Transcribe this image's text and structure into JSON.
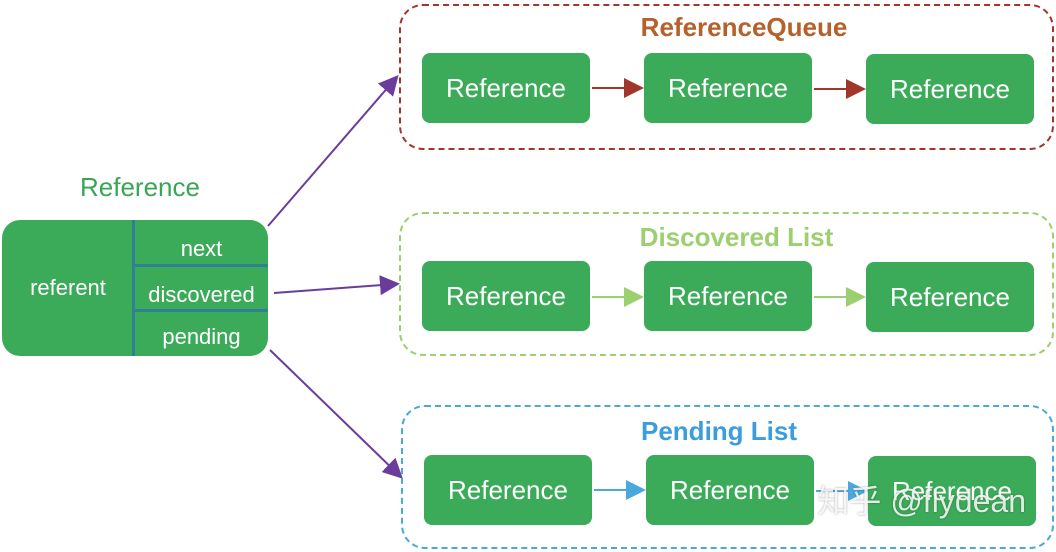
{
  "object": {
    "title": "Reference",
    "referent": "referent",
    "fields": [
      "next",
      "discovered",
      "pending"
    ]
  },
  "groups": [
    {
      "title": "ReferenceQueue",
      "color": "#a0362c",
      "title_color": "#b5612c",
      "items": [
        "Reference",
        "Reference",
        "Reference"
      ]
    },
    {
      "title": "Discovered List",
      "color": "#9ccf6f",
      "title_color": "#9ccf6f",
      "items": [
        "Reference",
        "Reference",
        "Reference"
      ]
    },
    {
      "title": "Pending List",
      "color": "#4aa8dc",
      "title_color": "#3c9ddc",
      "items": [
        "Reference",
        "Reference",
        "Reference"
      ]
    }
  ],
  "pointer_color": "#6a3c9c",
  "watermark": "知乎 @flydean"
}
